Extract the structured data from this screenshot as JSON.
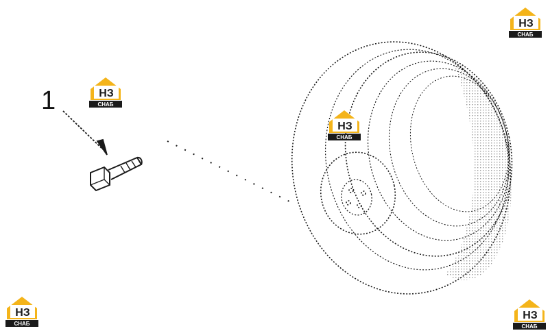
{
  "diagram": {
    "callouts": [
      {
        "label": "1",
        "part": "bolt"
      }
    ]
  },
  "watermark": {
    "text_top": "НЗ",
    "text_bottom": "СНАБ",
    "colors": {
      "house": "#f4b41a",
      "letters": "#1a1a1a",
      "band": "#1a1a1a",
      "band_text": "#ffffff"
    }
  }
}
